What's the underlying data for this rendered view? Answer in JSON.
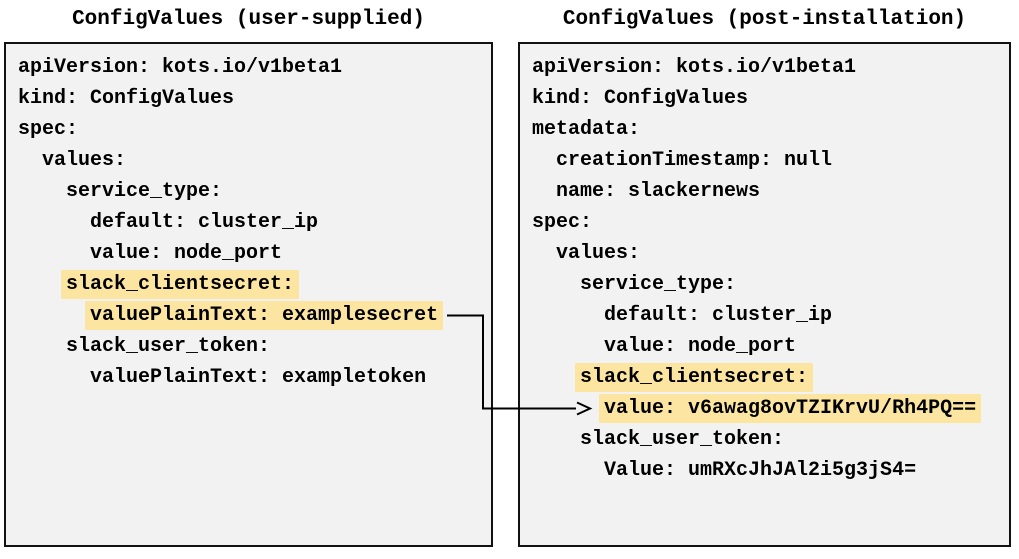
{
  "colors": {
    "highlight": "#fbe5a1",
    "panel_background": "#f2f2f2",
    "panel_border": "#111111",
    "text": "#000000",
    "arrow": "#000000"
  },
  "panels": [
    {
      "title": "ConfigValues (user-supplied)",
      "lines": [
        {
          "indent": 0,
          "text": "apiVersion: kots.io/v1beta1",
          "highlight": false
        },
        {
          "indent": 0,
          "text": "kind: ConfigValues",
          "highlight": false
        },
        {
          "indent": 0,
          "text": "spec:",
          "highlight": false
        },
        {
          "indent": 2,
          "text": "values:",
          "highlight": false
        },
        {
          "indent": 4,
          "text": "service_type:",
          "highlight": false
        },
        {
          "indent": 6,
          "text": "default: cluster_ip",
          "highlight": false
        },
        {
          "indent": 6,
          "text": "value: node_port",
          "highlight": false
        },
        {
          "indent": 4,
          "text": "slack_clientsecret:",
          "highlight": true
        },
        {
          "indent": 6,
          "text": "valuePlainText: examplesecret",
          "highlight": true
        },
        {
          "indent": 4,
          "text": "slack_user_token:",
          "highlight": false
        },
        {
          "indent": 6,
          "text": "valuePlainText: exampletoken",
          "highlight": false
        }
      ]
    },
    {
      "title": "ConfigValues (post-installation)",
      "lines": [
        {
          "indent": 0,
          "text": "apiVersion: kots.io/v1beta1",
          "highlight": false
        },
        {
          "indent": 0,
          "text": "kind: ConfigValues",
          "highlight": false
        },
        {
          "indent": 0,
          "text": "metadata:",
          "highlight": false
        },
        {
          "indent": 2,
          "text": "creationTimestamp: null",
          "highlight": false
        },
        {
          "indent": 2,
          "text": "name: slackernews",
          "highlight": false
        },
        {
          "indent": 0,
          "text": "spec:",
          "highlight": false
        },
        {
          "indent": 2,
          "text": "values:",
          "highlight": false
        },
        {
          "indent": 4,
          "text": "service_type:",
          "highlight": false
        },
        {
          "indent": 6,
          "text": "default: cluster_ip",
          "highlight": false
        },
        {
          "indent": 6,
          "text": "value: node_port",
          "highlight": false
        },
        {
          "indent": 4,
          "text": "slack_clientsecret:",
          "highlight": true
        },
        {
          "indent": 6,
          "text": "value: v6awag8ovTZIKrvU/Rh4PQ==",
          "highlight": true
        },
        {
          "indent": 4,
          "text": "slack_user_token:",
          "highlight": false
        },
        {
          "indent": 6,
          "text": "Value: umRXcJhJAl2i5g3jS4=",
          "highlight": false
        }
      ]
    }
  ],
  "connector": {
    "from_text": "valuePlainText: examplesecret",
    "to_text": "value: v6awag8ovTZIKrvU/Rh4PQ=="
  }
}
